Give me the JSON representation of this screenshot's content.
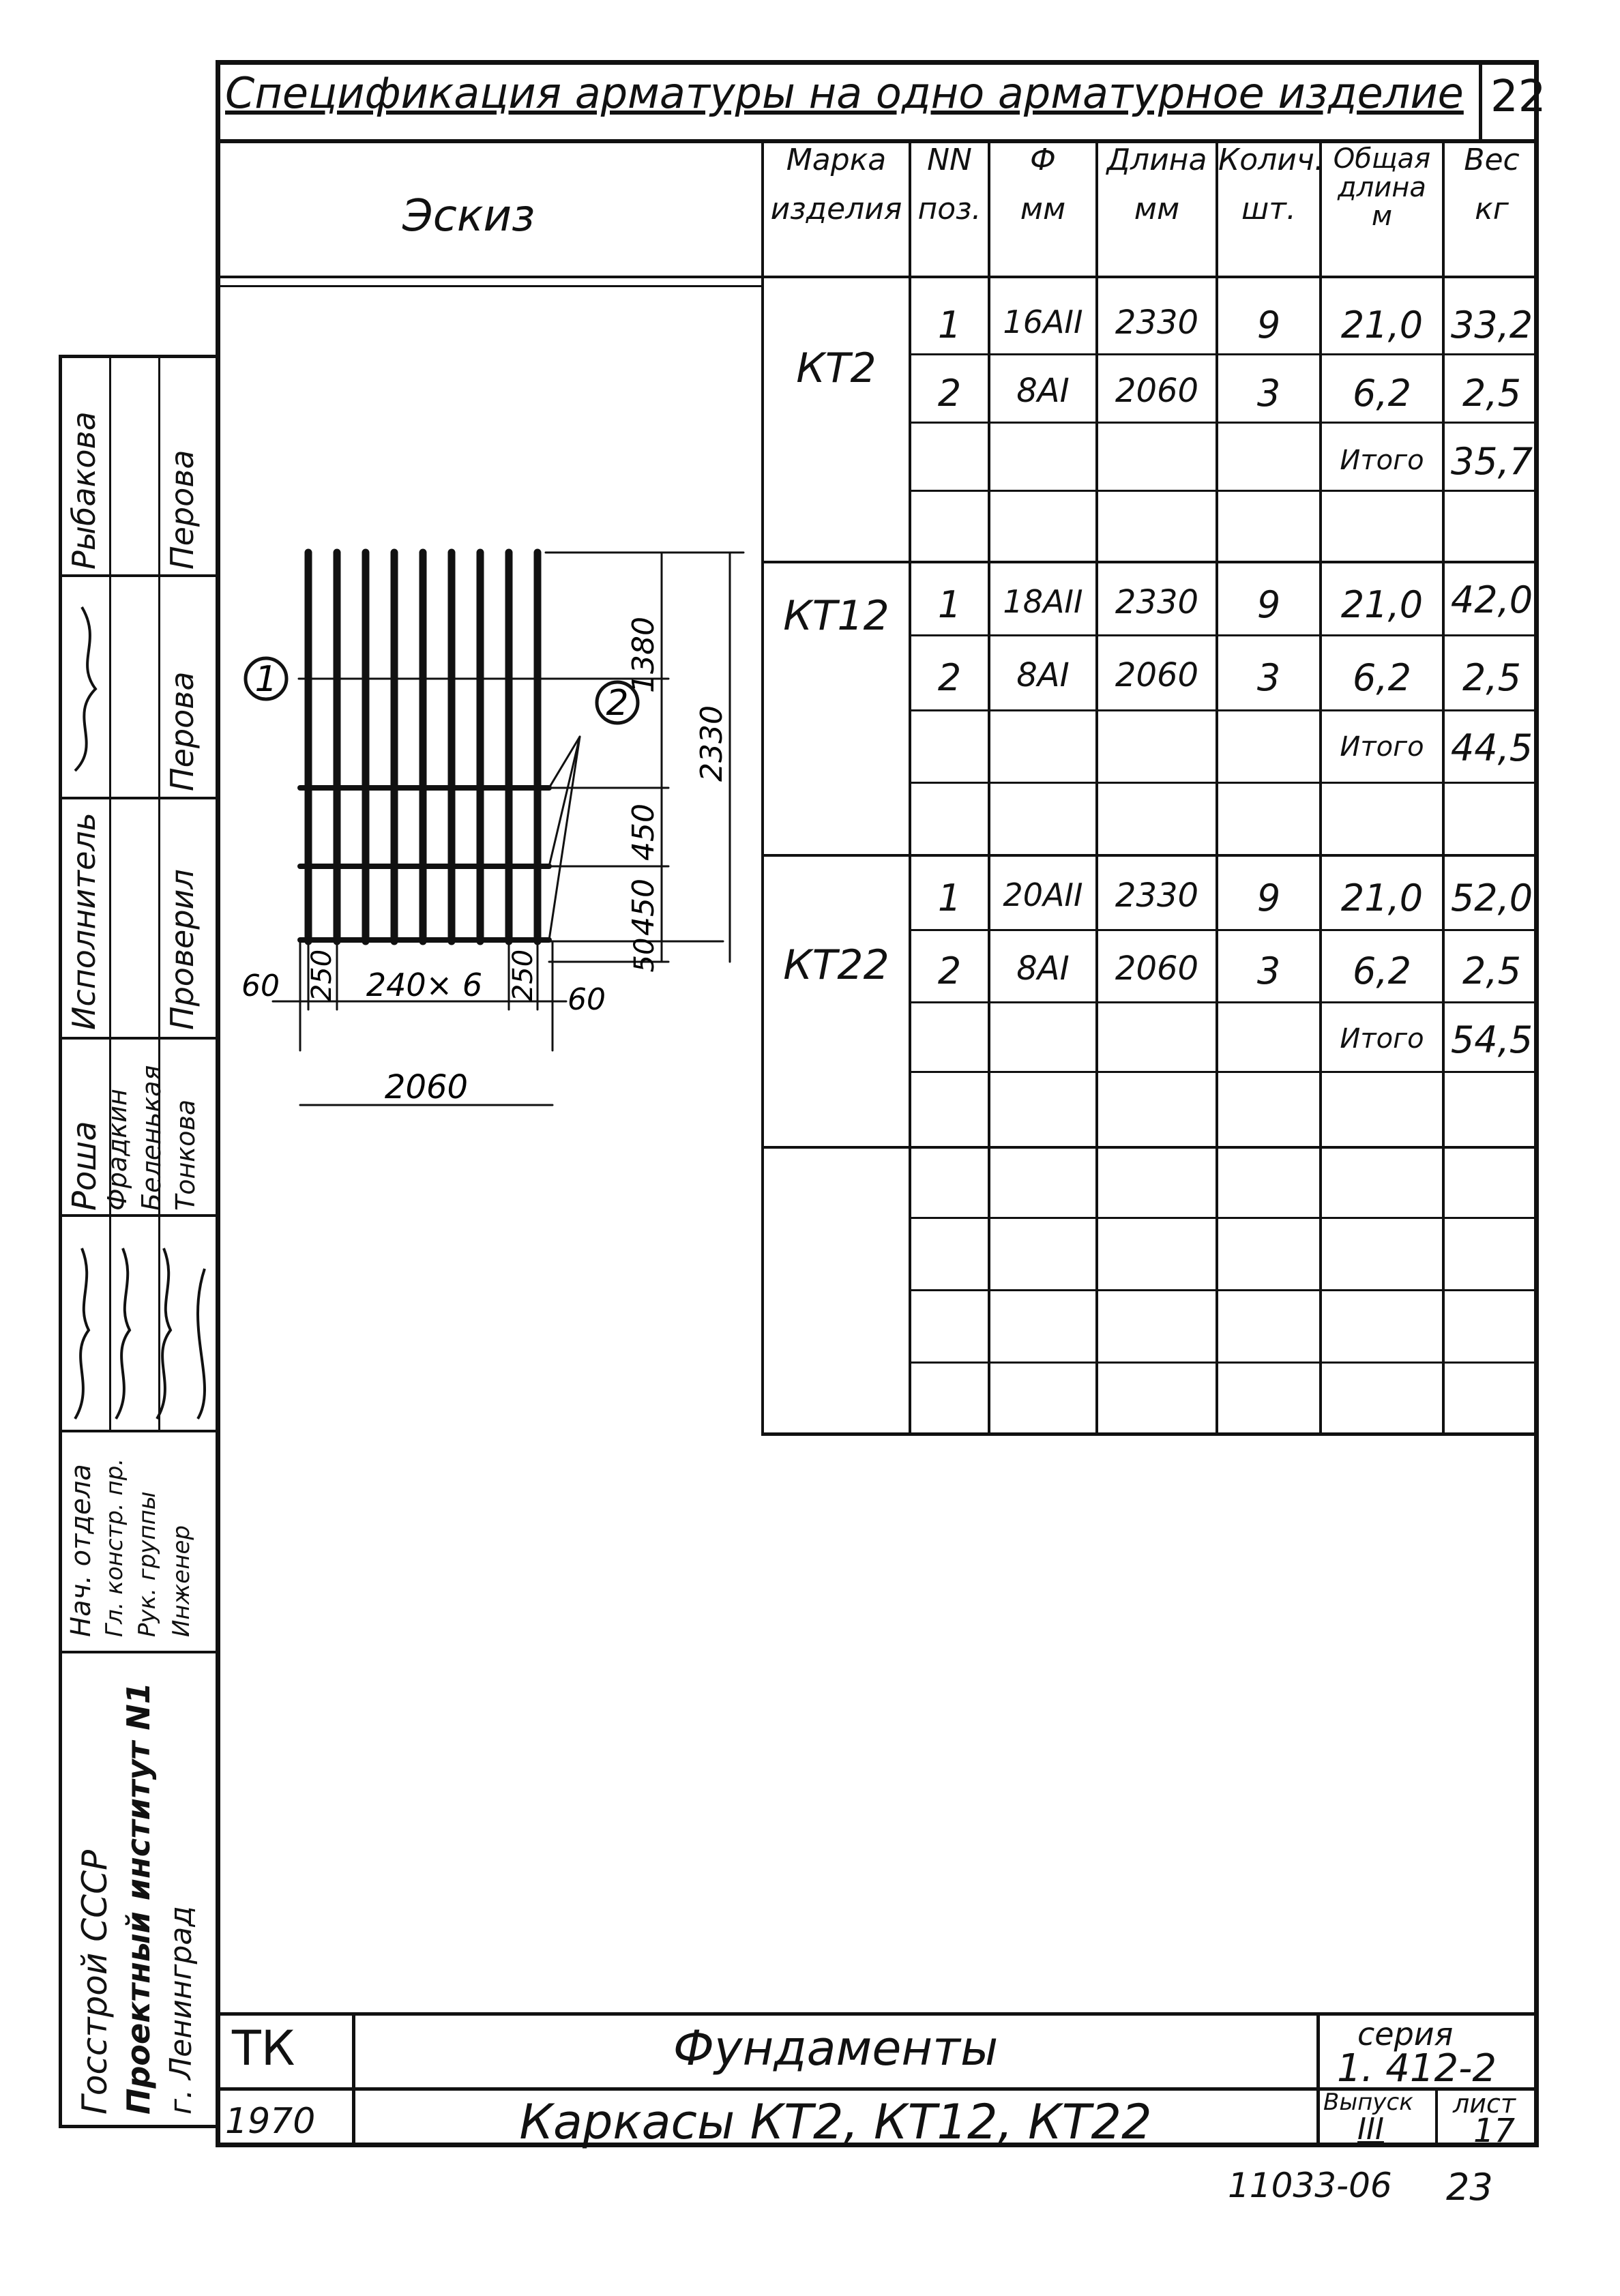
{
  "title": "Спецификация арматуры на одно арматурное изделие",
  "sheet_number": "22",
  "header": {
    "sketch": "Эскиз",
    "mark": [
      "Марка",
      "изделия"
    ],
    "pos": [
      "NN",
      "поз."
    ],
    "diam": [
      "Ф",
      "мм"
    ],
    "length": [
      "Длина",
      "мм"
    ],
    "qty": [
      "Колич.",
      "шт."
    ],
    "total_length": [
      "Общая",
      "длина",
      "м"
    ],
    "weight": [
      "Вес",
      "кг"
    ]
  },
  "groups": [
    {
      "mark": "КТ2",
      "rows": [
        {
          "pos": "1",
          "diam": "16АII",
          "length": "2330",
          "qty": "9",
          "total": "21,0",
          "weight": "33,2"
        },
        {
          "pos": "2",
          "diam": "8АI",
          "length": "2060",
          "qty": "3",
          "total": "6,2",
          "weight": "2,5"
        }
      ],
      "total_label": "Итого",
      "total_weight": "35,7"
    },
    {
      "mark": "КТ12",
      "rows": [
        {
          "pos": "1",
          "diam": "18АII",
          "length": "2330",
          "qty": "9",
          "total": "21,0",
          "weight": "42,0"
        },
        {
          "pos": "2",
          "diam": "8АI",
          "length": "2060",
          "qty": "3",
          "total": "6,2",
          "weight": "2,5"
        }
      ],
      "total_label": "Итого",
      "total_weight": "44,5"
    },
    {
      "mark": "КТ22",
      "rows": [
        {
          "pos": "1",
          "diam": "20АII",
          "length": "2330",
          "qty": "9",
          "total": "21,0",
          "weight": "52,0"
        },
        {
          "pos": "2",
          "diam": "8АI",
          "length": "2060",
          "qty": "3",
          "total": "6,2",
          "weight": "2,5"
        }
      ],
      "total_label": "Итого",
      "total_weight": "54,5"
    }
  ],
  "sketch": {
    "callout_1": "1",
    "callout_2": "2",
    "dim_1380": "1380",
    "dim_2330": "2330",
    "dim_450a": "450",
    "dim_450b": "450",
    "dim_50": "50",
    "dim_60_left": "60",
    "dim_250_left": "250",
    "dim_spacing": "240× 6",
    "dim_250_right": "250",
    "dim_60_right": "60",
    "dim_2060": "2060"
  },
  "stamp": {
    "roles": [
      "Исполнитель",
      "Проверил"
    ],
    "roles_names": [
      "Рыбакова",
      "Перова",
      "Перова"
    ],
    "names": [
      "Роша",
      "Фрадкин",
      "Беленькая",
      "Тонкова"
    ],
    "positions": [
      "Нач. отдела",
      "Гл. констр. пр.",
      "Рук. группы",
      "Инженер"
    ],
    "org": [
      "Госстрой СССР",
      "Проектный институт N1",
      "г. Ленинград"
    ]
  },
  "footer": {
    "code": "ТК",
    "year": "1970",
    "subject": "Фундаменты",
    "name": "Каркасы КТ2, КТ12, КТ22",
    "series_label": "серия",
    "series": "1. 412-2",
    "issue_label": "Выпуск",
    "issue": "III",
    "sheet_label": "лист",
    "sheet": "17"
  },
  "doc_code": "11033-06",
  "page_number": "23"
}
